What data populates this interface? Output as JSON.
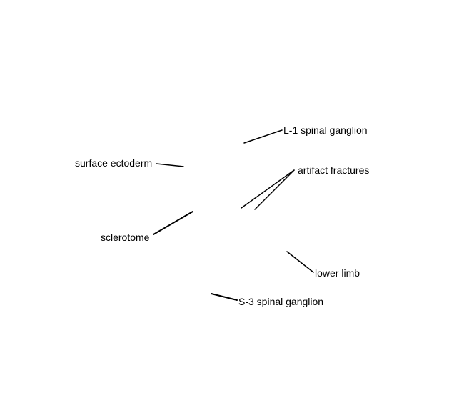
{
  "diagram": {
    "labels": {
      "l1_spinal_ganglion": "L-1 spinal ganglion",
      "surface_ectoderm": "surface ectoderm",
      "artifact_fractures": "artifact fractures",
      "sclerotome": "sclerotome",
      "lower_limb": "lower limb",
      "s3_spinal_ganglion": "S-3 spinal ganglion"
    },
    "colors": {
      "background": "#ffffff",
      "line": "#000000",
      "text": "#000000"
    }
  }
}
